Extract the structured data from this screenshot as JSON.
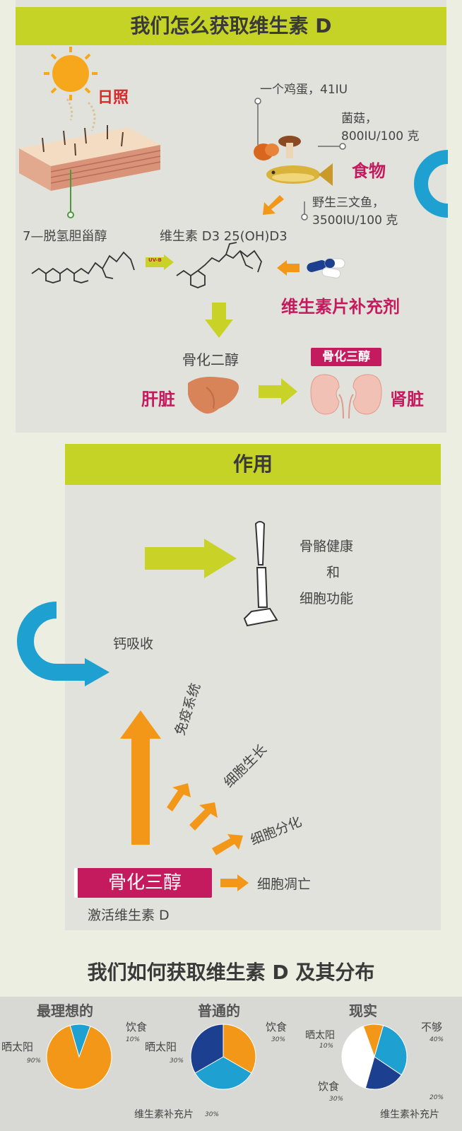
{
  "section1": {
    "title": "我们怎么获取维生素 D",
    "sunlight": "日照",
    "egg": "一个鸡蛋，41IU",
    "mushroom_line1": "菌菇，",
    "mushroom_line2": "800IU/100 克",
    "food": "食物",
    "salmon_line1": "野生三文鱼，",
    "salmon_line2": "3500IU/100 克",
    "dehydro": "7—脱氢胆甾醇",
    "vd3": "维生素 D3 25(OH)D3",
    "uvb": "UV-B",
    "supplement": "维生素片补充剂",
    "calcidiol": "骨化二醇",
    "calcitriol_tag": "骨化三醇",
    "liver": "肝脏",
    "kidney": "肾脏"
  },
  "section2": {
    "title": "作用",
    "bone_line1": "骨骼健康",
    "bone_line2": "和",
    "bone_line3": "细胞功能",
    "calcium": "钙吸收",
    "immune": "免疫系统",
    "growth": "细胞生长",
    "differentiation": "细胞分化",
    "apoptosis": "细胞凋亡",
    "calcitriol_tag": "骨化三醇",
    "active_vd": "激活维生素 D"
  },
  "section3": {
    "title": "我们如何获取维生素 D 及其分布",
    "charts": [
      {
        "label": "最理想的",
        "labels": {
          "sun": "晒太阳",
          "sun_pct": "90%",
          "food": "饮食",
          "food_pct": "10%"
        }
      },
      {
        "label": "普通的",
        "labels": {
          "sun": "晒太阳",
          "sun_pct": "30%",
          "food": "饮食",
          "food_pct": "30%",
          "supp": "维生素补充片",
          "supp_pct": "30%"
        }
      },
      {
        "label": "现实",
        "labels": {
          "sun": "晒太阳",
          "sun_pct": "10%",
          "food": "饮食",
          "food_pct": "30%",
          "supp": "维生素补充片",
          "supp_pct": "20%",
          "lack": "不够",
          "lack_pct": "40%"
        }
      }
    ]
  },
  "chart_data": [
    {
      "type": "pie",
      "title": "最理想的",
      "categories": [
        "晒太阳",
        "饮食"
      ],
      "values": [
        90,
        10
      ]
    },
    {
      "type": "pie",
      "title": "普通的",
      "categories": [
        "晒太阳",
        "饮食",
        "维生素补充片"
      ],
      "values": [
        30,
        30,
        30
      ]
    },
    {
      "type": "pie",
      "title": "现实",
      "categories": [
        "晒太阳",
        "饮食",
        "维生素补充片",
        "不够"
      ],
      "values": [
        10,
        30,
        20,
        40
      ]
    }
  ],
  "colors": {
    "banner": "#c5d327",
    "accent_red": "#d32a2a",
    "magenta": "#c41a5e",
    "orange": "#f39718",
    "blue": "#1ea0d0",
    "navy": "#1c3f8f",
    "lime": "#c9d327"
  }
}
